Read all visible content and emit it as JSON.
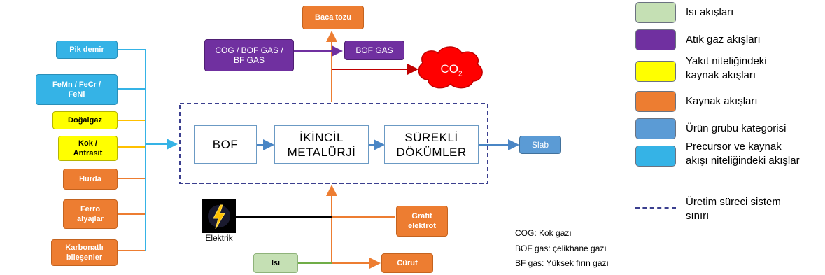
{
  "inputs_left": [
    {
      "label": "Pik demir",
      "kind": "cyan"
    },
    {
      "label": "FeMn / FeCr / FeNi",
      "kind": "cyan"
    },
    {
      "label": "Doğalgaz",
      "kind": "yellow"
    },
    {
      "label": "Kok / Antrasit",
      "kind": "yellow"
    },
    {
      "label": "Hurda",
      "kind": "orange"
    },
    {
      "label": "Ferro alyajlar",
      "kind": "orange"
    },
    {
      "label": "Karbonatlı bileşenler",
      "kind": "orange"
    }
  ],
  "top": {
    "baca_tozu": "Baca tozu",
    "gas_source": "COG / BOF GAS / BF GAS",
    "bof_gas": "BOF GAS",
    "co2": "CO",
    "co2_sub": "2"
  },
  "process": {
    "steps": [
      "BOF",
      "İKİNCİL METALÜRJİ",
      "SÜREKLİ DÖKÜMLER"
    ],
    "output": "Slab"
  },
  "bottom": {
    "elektrik": "Elektrik",
    "grafit": "Grafit elektrot",
    "isi": "Isı",
    "curuf": "Cüruf"
  },
  "notes": [
    "COG: Kok gazı",
    "BOF gas: çelikhane gazı",
    "BF gas: Yüksek fırın gazı"
  ],
  "legend": [
    {
      "label": "Isı akışları",
      "color": "#c5e0b4"
    },
    {
      "label": "Atık gaz akışları",
      "color": "#7030a0"
    },
    {
      "label": "Yakıt niteliğindeki kaynak akışları",
      "color": "#ffff00"
    },
    {
      "label": "Kaynak akışları",
      "color": "#ed7d31"
    },
    {
      "label": "Ürün grubu kategorisi",
      "color": "#5b9bd5"
    },
    {
      "label": "Precursor ve kaynak akışı niteliğindeki akışlar",
      "color": "#35b3e6"
    },
    {
      "label": "Üretim süreci sistem sınırı",
      "color": "#3b3f8f"
    }
  ],
  "colors": {
    "cyan_line": "#35b3e6",
    "orange_line": "#ed7d31",
    "yellow_line": "#ffc000",
    "purple_line": "#7030a0",
    "red_line": "#c00000",
    "green_line": "#70ad47",
    "boundary": "#3b3f8f"
  }
}
